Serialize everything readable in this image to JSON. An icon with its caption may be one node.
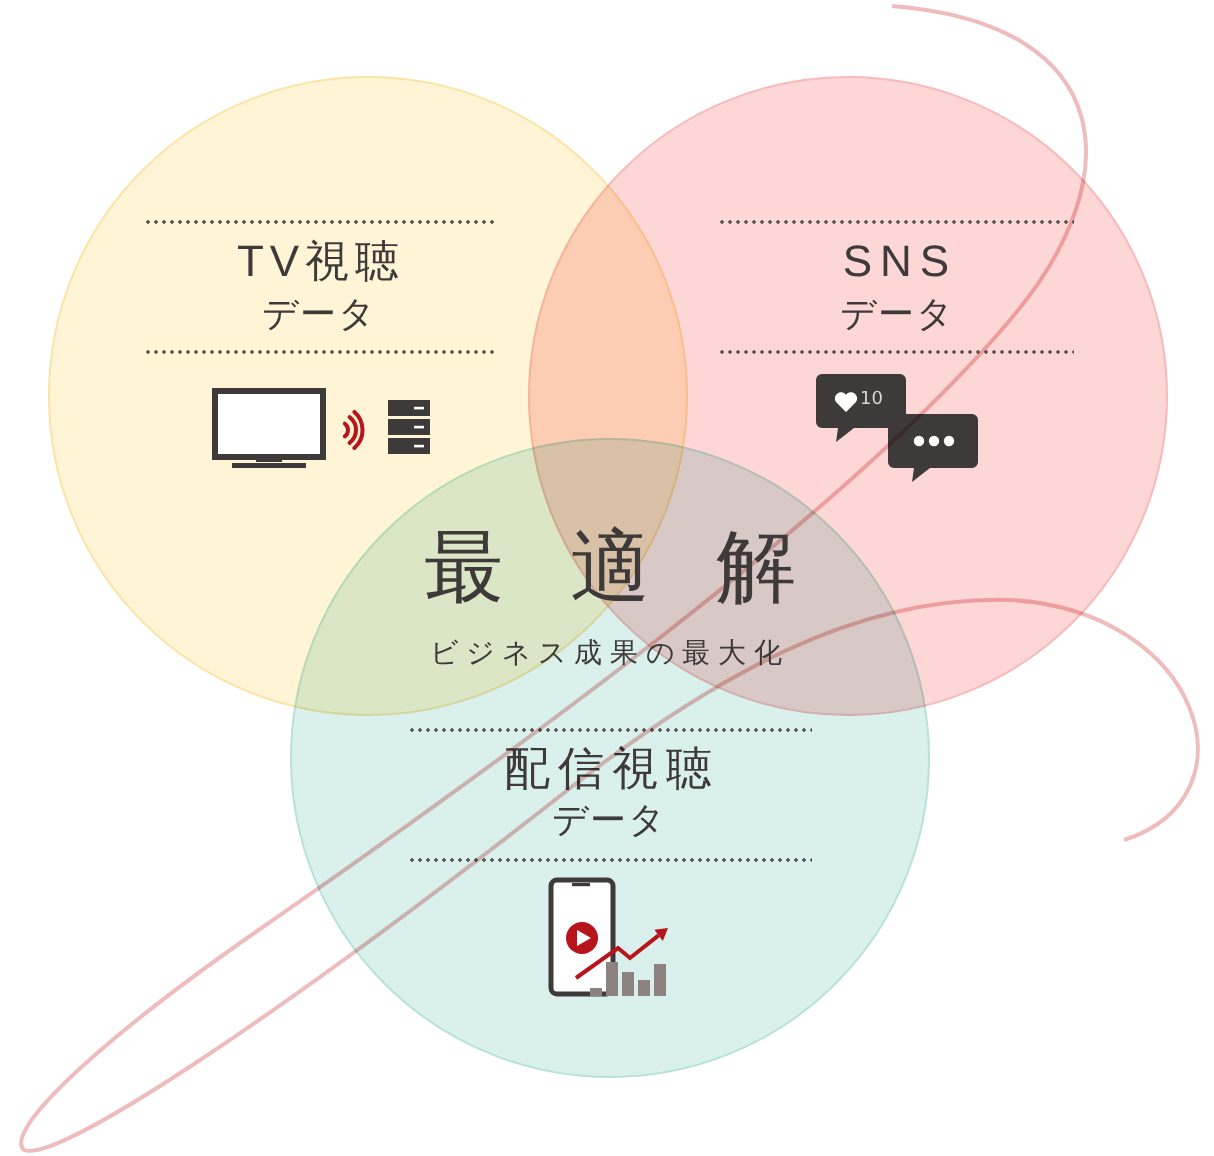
{
  "diagram": {
    "nodes": [
      {
        "text": [
          "TV視聴",
          "データ"
        ]
      },
      {
        "text": [
          "SNS",
          "データ"
        ]
      },
      {
        "text": [
          "配信視聴",
          "データ"
        ]
      }
    ],
    "labels": [
      "10",
      "最適解",
      "ビジネス成果の最大化"
    ]
  }
}
